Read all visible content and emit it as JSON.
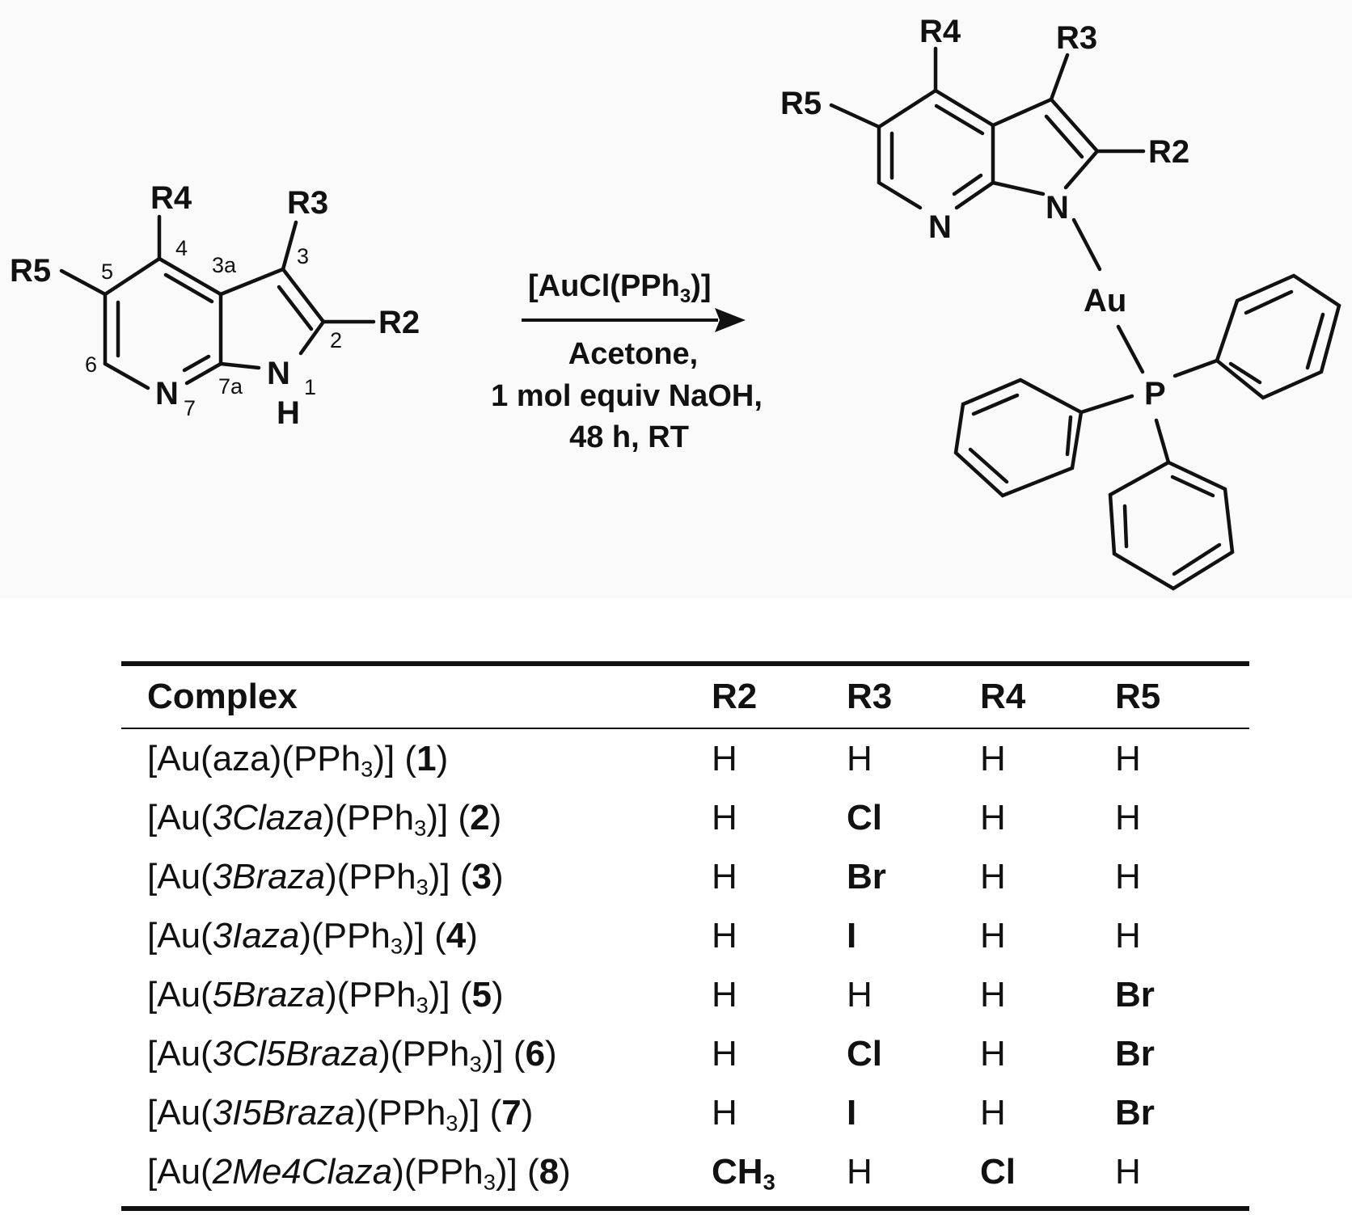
{
  "reactant": {
    "substituents": {
      "r2": "R2",
      "r3": "R3",
      "r4": "R4",
      "r5": "R5"
    },
    "atoms": {
      "n7": "N",
      "n1": "N",
      "h": "H"
    },
    "positions": {
      "p1": "1",
      "p2": "2",
      "p3": "3",
      "p3a": "3a",
      "p4": "4",
      "p5": "5",
      "p6": "6",
      "p7": "7",
      "p7a": "7a"
    }
  },
  "conditions": {
    "reagent_prefix": "[AuCl(PPh",
    "reagent_sub": "3",
    "reagent_suffix": ")]",
    "line1": "Acetone,",
    "line2": "1 mol equiv NaOH,",
    "line3": "48 h, RT"
  },
  "product": {
    "substituents": {
      "r2": "R2",
      "r3": "R3",
      "r4": "R4",
      "r5": "R5"
    },
    "atoms": {
      "n_pyr": "N",
      "n_pyrrole": "N",
      "au": "Au",
      "p": "P"
    }
  },
  "table": {
    "headers": [
      "Complex",
      "R2",
      "R3",
      "R4",
      "R5"
    ],
    "rows": [
      {
        "ligand": "aza",
        "ligand_italic": "",
        "number": "1",
        "r2": "H",
        "r2_bold": false,
        "r2_sub": "",
        "r3": "H",
        "r3_bold": false,
        "r4": "H",
        "r4_bold": false,
        "r5": "H",
        "r5_bold": false
      },
      {
        "ligand": "",
        "ligand_italic": "3Claza",
        "number": "2",
        "r2": "H",
        "r2_bold": false,
        "r2_sub": "",
        "r3": "Cl",
        "r3_bold": true,
        "r4": "H",
        "r4_bold": false,
        "r5": "H",
        "r5_bold": false
      },
      {
        "ligand": "",
        "ligand_italic": "3Braza",
        "number": "3",
        "r2": "H",
        "r2_bold": false,
        "r2_sub": "",
        "r3": "Br",
        "r3_bold": true,
        "r4": "H",
        "r4_bold": false,
        "r5": "H",
        "r5_bold": false
      },
      {
        "ligand": "",
        "ligand_italic": "3Iaza",
        "number": "4",
        "r2": "H",
        "r2_bold": false,
        "r2_sub": "",
        "r3": "I",
        "r3_bold": true,
        "r4": "H",
        "r4_bold": false,
        "r5": "H",
        "r5_bold": false
      },
      {
        "ligand": "",
        "ligand_italic": "5Braza",
        "number": "5",
        "r2": "H",
        "r2_bold": false,
        "r2_sub": "",
        "r3": "H",
        "r3_bold": false,
        "r4": "H",
        "r4_bold": false,
        "r5": "Br",
        "r5_bold": true
      },
      {
        "ligand": "",
        "ligand_italic": "3Cl5Braza",
        "number": "6",
        "r2": "H",
        "r2_bold": false,
        "r2_sub": "",
        "r3": "Cl",
        "r3_bold": true,
        "r4": "H",
        "r4_bold": false,
        "r5": "Br",
        "r5_bold": true
      },
      {
        "ligand": "",
        "ligand_italic": "3I5Braza",
        "number": "7",
        "r2": "H",
        "r2_bold": false,
        "r2_sub": "",
        "r3": "I",
        "r3_bold": true,
        "r4": "H",
        "r4_bold": false,
        "r5": "Br",
        "r5_bold": true
      },
      {
        "ligand": "",
        "ligand_italic": "2Me4Claza",
        "number": "8",
        "r2": "CH",
        "r2_bold": true,
        "r2_sub": "3",
        "r3": "H",
        "r3_bold": false,
        "r4": "Cl",
        "r4_bold": true,
        "r5": "H",
        "r5_bold": false
      }
    ],
    "formula_parts": {
      "prefix": "[Au(",
      "mid": ")(PPh",
      "sub": "3",
      "suffix": ")] (",
      "close": ")"
    }
  }
}
